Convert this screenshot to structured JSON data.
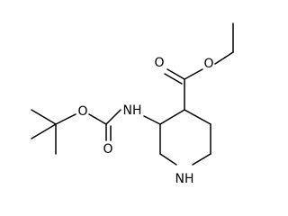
{
  "molecule": {
    "atoms": {
      "nh_amide": "NH",
      "o_carbonyl_boc": "O",
      "o_ether_boc": "O",
      "o_carbonyl_ester": "O",
      "o_ether_ester": "O",
      "nh_ring": "NH"
    }
  },
  "colors": {
    "bond": "#000000",
    "text": "#000000",
    "background": "#ffffff"
  }
}
